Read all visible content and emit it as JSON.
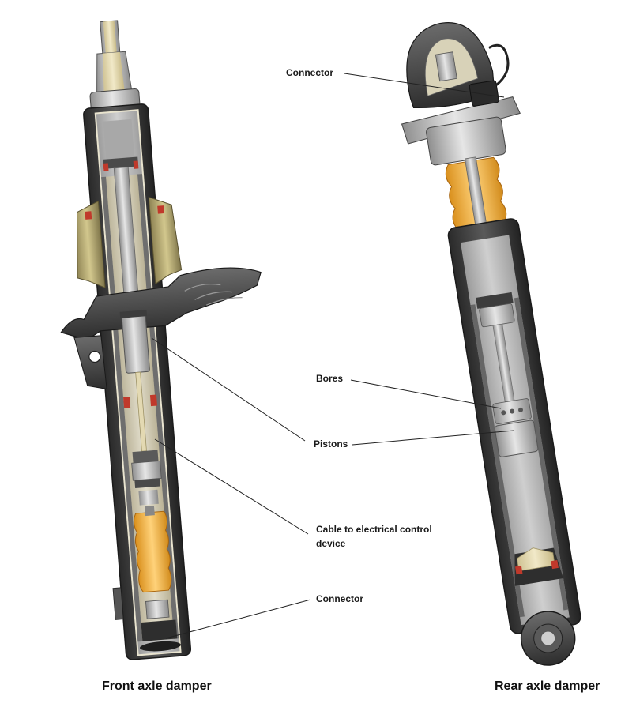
{
  "labels": {
    "connector_top": "Connector",
    "bores": "Bores",
    "pistons": "Pistons",
    "cable_line1": "Cable to electrical control",
    "cable_line2": "device",
    "connector_bottom": "Connector"
  },
  "captions": {
    "front": "Front axle damper",
    "rear": "Rear axle damper"
  },
  "colors": {
    "outer_tube": "#3a3a3a",
    "inner_metal": "#b8b8b8",
    "cream": "#e3d9b2",
    "rubber_yellow": "#f0b43c",
    "red_seal": "#c0392b",
    "leader_line": "#222222"
  }
}
